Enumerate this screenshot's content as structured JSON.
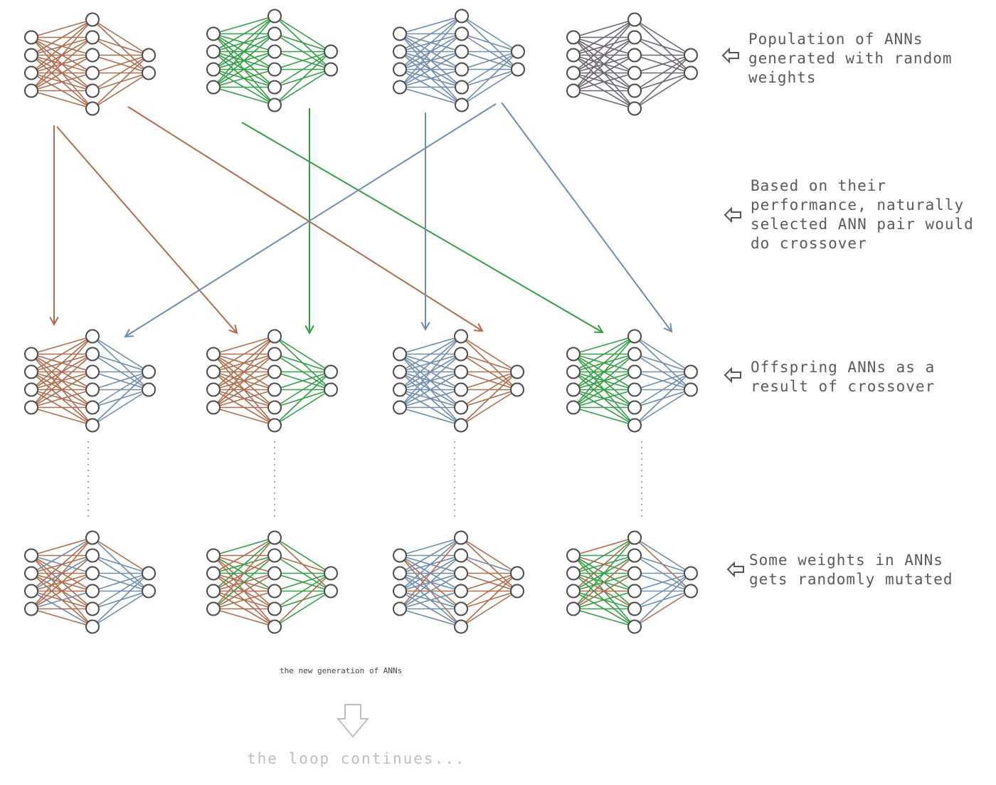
{
  "colors": {
    "brown": "#b06b4c",
    "green": "#2ea043",
    "blue": "#6e8cae",
    "gray": "#6b6470",
    "node_stroke": "#4a4a4a",
    "text": "#5a5a5a",
    "loop_text": "#bdbdbd"
  },
  "captions": {
    "population": "Population of ANNs generated with random weights",
    "selection": "Based on their performance, naturally selected ANN pair would do crossover",
    "offspring": "Offspring ANNs as a result of crossover",
    "mutation": "Some weights in ANNs gets randomly mutated",
    "new_generation": "the new generation of ANNs",
    "loop": "the loop continues..."
  },
  "network": {
    "layers": [
      4,
      6,
      2
    ]
  },
  "rows": {
    "population": [
      {
        "name": "parent-brown",
        "first": "brown",
        "second": "brown"
      },
      {
        "name": "parent-green",
        "first": "green",
        "second": "green"
      },
      {
        "name": "parent-blue",
        "first": "blue",
        "second": "blue"
      },
      {
        "name": "parent-gray",
        "first": "gray",
        "second": "gray"
      }
    ],
    "offspring": [
      {
        "name": "offspring-1",
        "first": "brown",
        "second": "blue"
      },
      {
        "name": "offspring-2",
        "first": "brown",
        "second": "green"
      },
      {
        "name": "offspring-3",
        "first": "blue",
        "second": "brown"
      },
      {
        "name": "offspring-4",
        "first": "green",
        "second": "blue"
      }
    ],
    "mutated": [
      {
        "name": "mutated-1",
        "first": "brown",
        "second": "blue",
        "mutant": "brown"
      },
      {
        "name": "mutated-2",
        "first": "brown",
        "second": "green",
        "mutant": "brown"
      },
      {
        "name": "mutated-3",
        "first": "blue",
        "second": "brown",
        "mutant": "brown"
      },
      {
        "name": "mutated-4",
        "first": "green",
        "second": "blue",
        "mutant": "brown"
      }
    ]
  },
  "crossover_arrows": [
    {
      "from": "parent-brown",
      "to": "offspring-1",
      "color": "brown"
    },
    {
      "from": "parent-brown",
      "to": "offspring-2",
      "color": "brown"
    },
    {
      "from": "parent-brown",
      "to": "offspring-3",
      "color": "brown"
    },
    {
      "from": "parent-green",
      "to": "offspring-2",
      "color": "green"
    },
    {
      "from": "parent-green",
      "to": "offspring-4",
      "color": "green"
    },
    {
      "from": "parent-blue",
      "to": "offspring-1",
      "color": "blue"
    },
    {
      "from": "parent-blue",
      "to": "offspring-3",
      "color": "blue"
    },
    {
      "from": "parent-blue",
      "to": "offspring-4",
      "color": "blue"
    }
  ]
}
